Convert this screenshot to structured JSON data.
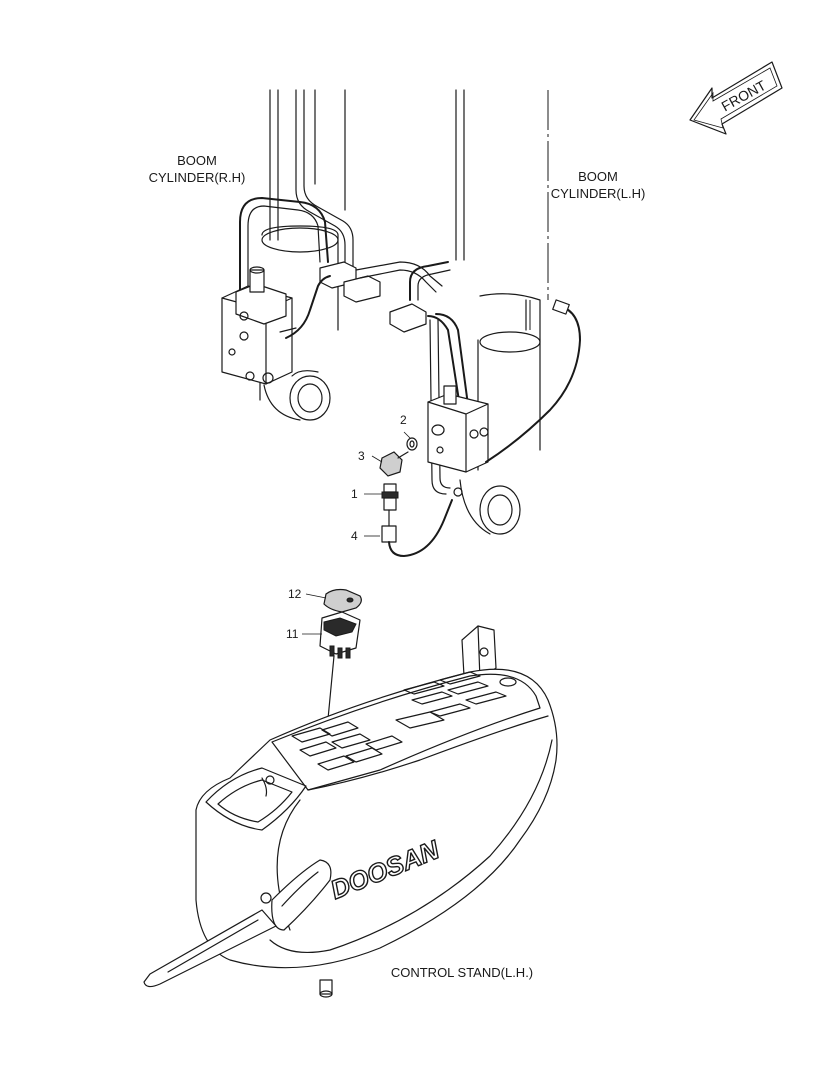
{
  "labels": {
    "boom_rh_line1": "BOOM",
    "boom_rh_line2": "CYLINDER(R.H)",
    "boom_lh_line1": "BOOM",
    "boom_lh_line2": "CYLINDER(L.H)",
    "control_stand": "CONTROL STAND(L.H.)",
    "front_arrow": "FRONT",
    "brand_logo": "DOOSAN"
  },
  "callouts": {
    "c1": "1",
    "c2": "2",
    "c3": "3",
    "c4": "4",
    "c11": "11",
    "c12": "12"
  }
}
